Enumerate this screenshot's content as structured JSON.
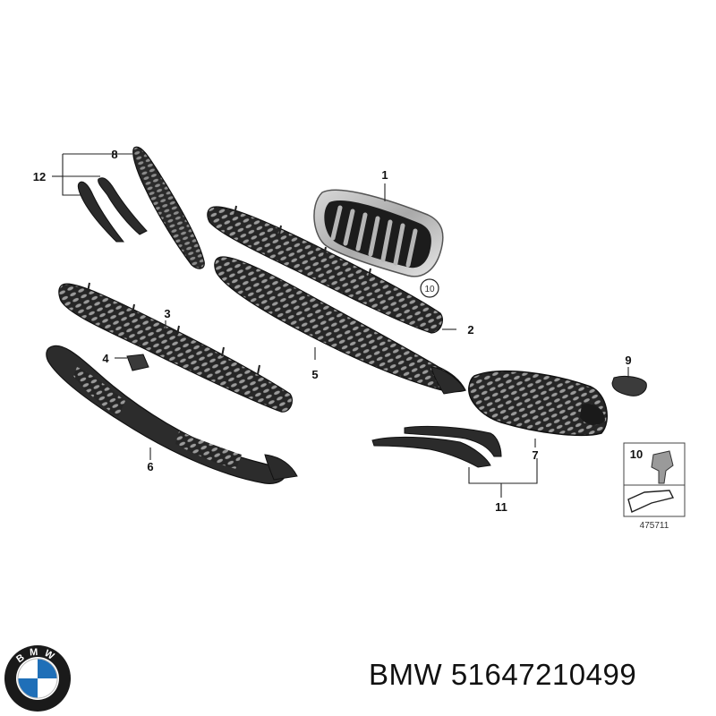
{
  "diagram": {
    "callouts": {
      "c1": "1",
      "c2": "2",
      "c3": "3",
      "c4": "4",
      "c5": "5",
      "c6": "6",
      "c7": "7",
      "c8": "8",
      "c9": "9",
      "c10": "10",
      "c11": "11",
      "c12": "12"
    },
    "inset": {
      "label": "10",
      "ref_number": "475711"
    }
  },
  "logo": {
    "letters": "BMW",
    "colors": {
      "blue": "#1f6fb8",
      "white": "#ffffff",
      "ring": "#1a1a1a"
    }
  },
  "caption": {
    "brand": "BMW",
    "part_number": "51647210499"
  }
}
